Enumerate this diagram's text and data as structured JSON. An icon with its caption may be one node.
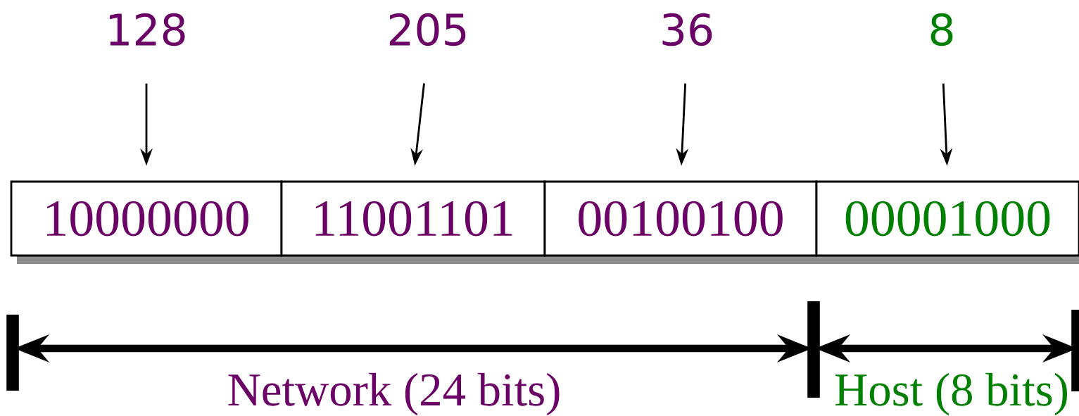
{
  "diagram": {
    "nodes": [
      {
        "text": [
          "128"
        ]
      },
      {
        "text": [
          "205"
        ]
      },
      {
        "text": [
          "36"
        ]
      },
      {
        "text": [
          "8"
        ]
      },
      {
        "text": [
          "10000000"
        ]
      },
      {
        "text": [
          "11001101"
        ]
      },
      {
        "text": [
          "00100100"
        ]
      },
      {
        "text": [
          "00001000"
        ]
      }
    ],
    "edges": [
      {
        "from": 0,
        "to": 4,
        "arrow": "to"
      },
      {
        "from": 1,
        "to": 5,
        "arrow": "to"
      },
      {
        "from": 2,
        "to": 6,
        "arrow": "to"
      },
      {
        "from": 3,
        "to": 7,
        "arrow": "to"
      }
    ],
    "labels": [
      "Network (24 bits)",
      "Host (8 bits)"
    ]
  }
}
